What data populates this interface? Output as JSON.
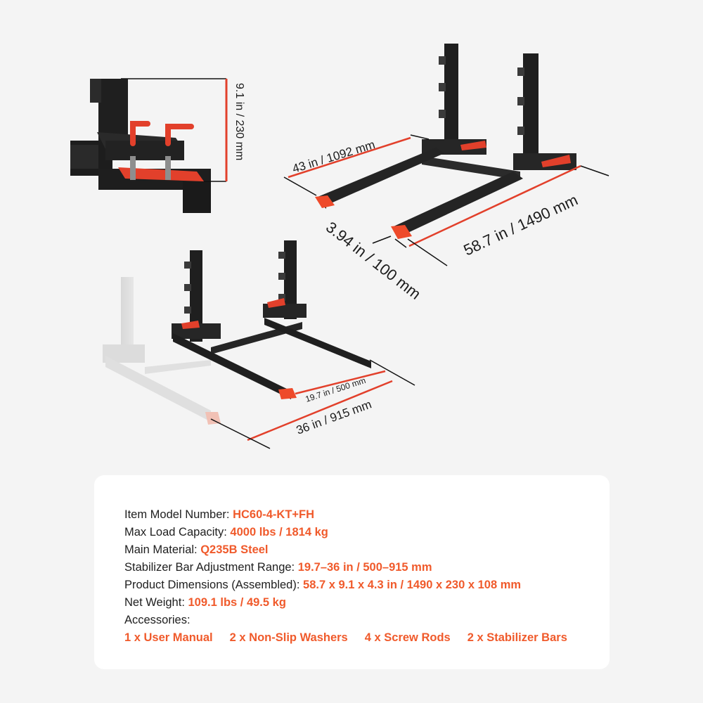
{
  "dimensions": {
    "hitch_height": "9.1 in / 230 mm",
    "overall_width": "43 in / 1092 mm",
    "fork_length": "58.7 in / 1490 mm",
    "fork_width": "3.94 in / 100 mm",
    "stabilizer_min": "19.7 in / 500 mm",
    "stabilizer_max": "36 in / 915 mm"
  },
  "colors": {
    "accent": "#f05a2b",
    "steel": "#1f1f1f",
    "background": "#f4f4f4",
    "card": "#ffffff"
  },
  "specs": [
    {
      "label": "Item Model Number: ",
      "value": "HC60-4-KT+FH"
    },
    {
      "label": "Max Load Capacity: ",
      "value": "4000 lbs / 1814 kg"
    },
    {
      "label": "Main Material: ",
      "value": "Q235B Steel"
    },
    {
      "label": "Stabilizer Bar Adjustment Range: ",
      "value": "19.7–36 in / 500–915 mm"
    },
    {
      "label": "Product Dimensions (Assembled): ",
      "value": "58.7 x 9.1 x 4.3 in / 1490 x 230 x 108 mm"
    },
    {
      "label": "Net Weight: ",
      "value": "109.1 lbs / 49.5 kg"
    }
  ],
  "accessories_label": "Accessories:",
  "accessories": [
    "1 x User Manual",
    "2 x Non-Slip Washers",
    "4 x Screw Rods",
    "2 x Stabilizer Bars"
  ]
}
